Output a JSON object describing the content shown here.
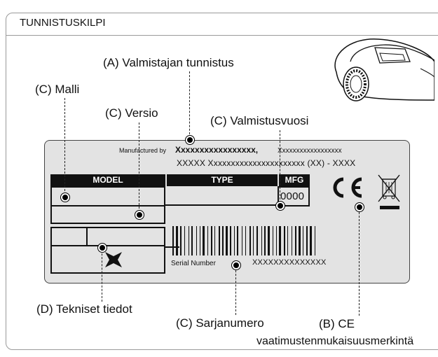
{
  "panel": {
    "title": "TUNNISTUSKILPI"
  },
  "callouts": {
    "manufacturer": "(A) Valmistajan tunnistus",
    "model": "(C) Malli",
    "version": "(C) Versio",
    "year": "(C) Valmistusvuosi",
    "tech": "(D) Tekniset tiedot",
    "serial": "(C) Sarjanumero",
    "ce_line1": "(B) CE",
    "ce_line2": "vaatimustenmukaisuusmerkintä"
  },
  "plate": {
    "manufactured_by": "Manufactured by",
    "maker": "Xxxxxxxxxxxxxxxxx,",
    "maker_cont": "Xxxxxxxxxxxxxxxxxx",
    "address": "XXXXX Xxxxxxxxxxxxxxxxxxxxxx (XX) - XXXX",
    "hdr_model": "MODEL",
    "hdr_type": "TYPE",
    "hdr_mfg": "MFG",
    "mfg_value": "0000",
    "serial_label": "Serial Number",
    "serial_value": "XXXXXXXXXXXXXX",
    "ce_mark": "CE"
  },
  "colors": {
    "plate_bg": "#e3e3e3",
    "ink": "#111111",
    "frame": "#9a9a9a"
  },
  "icons": [
    "mower-illustration",
    "ce-mark-icon",
    "weee-bin-icon",
    "star-icon"
  ]
}
